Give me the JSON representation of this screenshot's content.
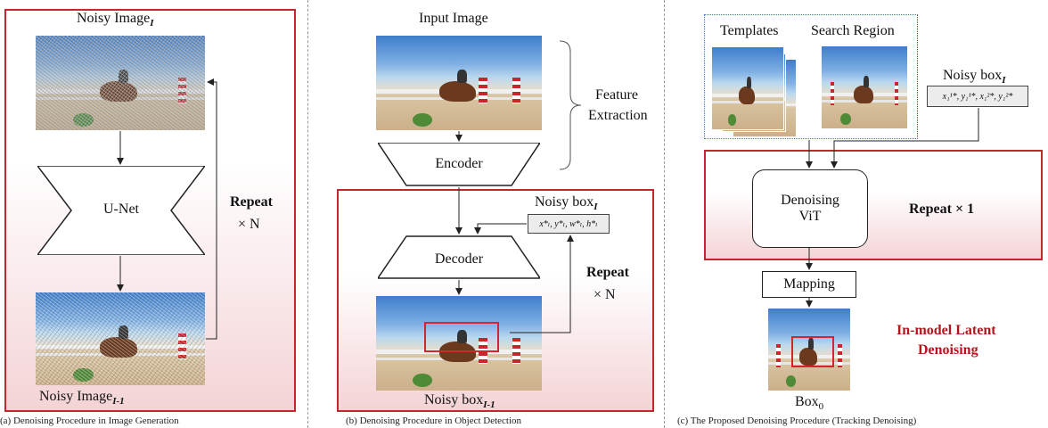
{
  "panel_a": {
    "top_label": "Noisy Image",
    "top_label_sub": "I",
    "unet": "U-Net",
    "repeat": "Repeat",
    "times_n": "× N",
    "bottom_label": "Noisy Image",
    "bottom_label_sub": "I-1",
    "caption": "(a) Denoising Procedure in Image Generation"
  },
  "panel_b": {
    "input_label": "Input Image",
    "feature_extraction_line1": "Feature",
    "feature_extraction_line2": "Extraction",
    "encoder": "Encoder",
    "decoder": "Decoder",
    "noisy_box_label": "Noisy box",
    "noisy_box_sub": "I",
    "box_coords": "x*ₗ, y*ₗ, w*ₗ, h*ₗ",
    "repeat": "Repeat",
    "times_n": "× N",
    "bottom_label": "Noisy box",
    "bottom_label_sub": "I-1",
    "caption": "(b) Denoising Procedure in Object Detection"
  },
  "panel_c": {
    "templates": "Templates",
    "search_region": "Search Region",
    "noisy_box_label": "Noisy box",
    "noisy_box_sub": "I",
    "box_coords": "x₁¹*, y₁¹*, x₁²*, y₁²*",
    "denoising_line1": "Denoising",
    "denoising_line2": "ViT",
    "repeat": "Repeat × 1",
    "mapping": "Mapping",
    "in_model_line1": "In-model Latent",
    "in_model_line2": "Denoising",
    "box0": "Box",
    "box0_sub": "0",
    "caption": "(c) The Proposed Denoising Procedure (Tracking Denoising)"
  },
  "colors": {
    "accent_red": "#c0282d",
    "panel_gradient": "#f4d3d6",
    "template_border": "#3b6fd1"
  }
}
